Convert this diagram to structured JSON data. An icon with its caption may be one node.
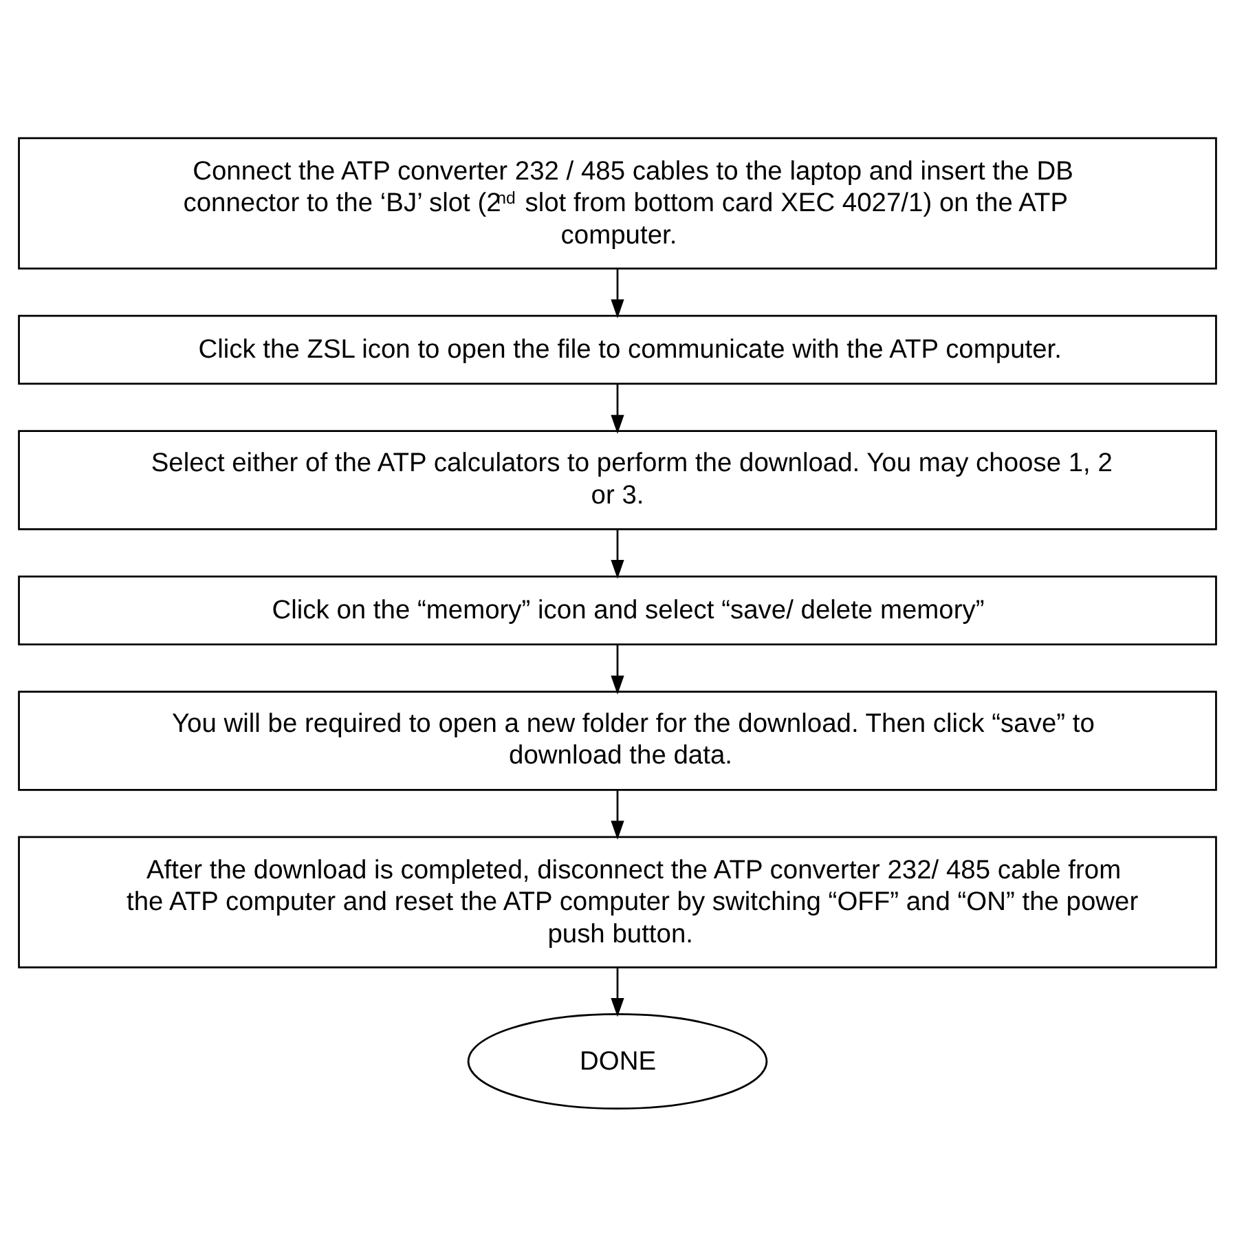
{
  "diagram": {
    "nodes": [
      {
        "text": [
          "Connect the ATP converter 232 / 485 cables to the laptop and insert the DB connector to the ‘BJ’ slot (2$^{nd}$ slot from bottom card XEC 4027/1) on the ATP computer."
        ]
      },
      {
        "text": [
          "Click the ZSL icon to open the file to communicate with the ATP computer."
        ]
      },
      {
        "text": [
          "Select either of the ATP calculators to perform the download. You may choose 1, 2 or 3."
        ]
      },
      {
        "text": [
          "Click on the “memory” icon and select “save/ delete memory”"
        ]
      },
      {
        "text": [
          "You will be required to open a new folder for the download. Then click “save” to download the data."
        ]
      },
      {
        "text": [
          "After the download is completed, disconnect the ATP converter 232/ 485 cable from the ATP computer and reset the ATP computer by switching “OFF” and “ON” the power push button."
        ]
      },
      {
        "text": [
          "DONE"
        ]
      }
    ],
    "edges": [
      {
        "from": 0,
        "to": 1,
        "arrow": "to"
      },
      {
        "from": 1,
        "to": 2,
        "arrow": "to"
      },
      {
        "from": 2,
        "to": 3,
        "arrow": "to"
      },
      {
        "from": 3,
        "to": 4,
        "arrow": "to"
      },
      {
        "from": 4,
        "to": 5,
        "arrow": "to"
      },
      {
        "from": 5,
        "to": 6,
        "arrow": "to"
      }
    ]
  }
}
